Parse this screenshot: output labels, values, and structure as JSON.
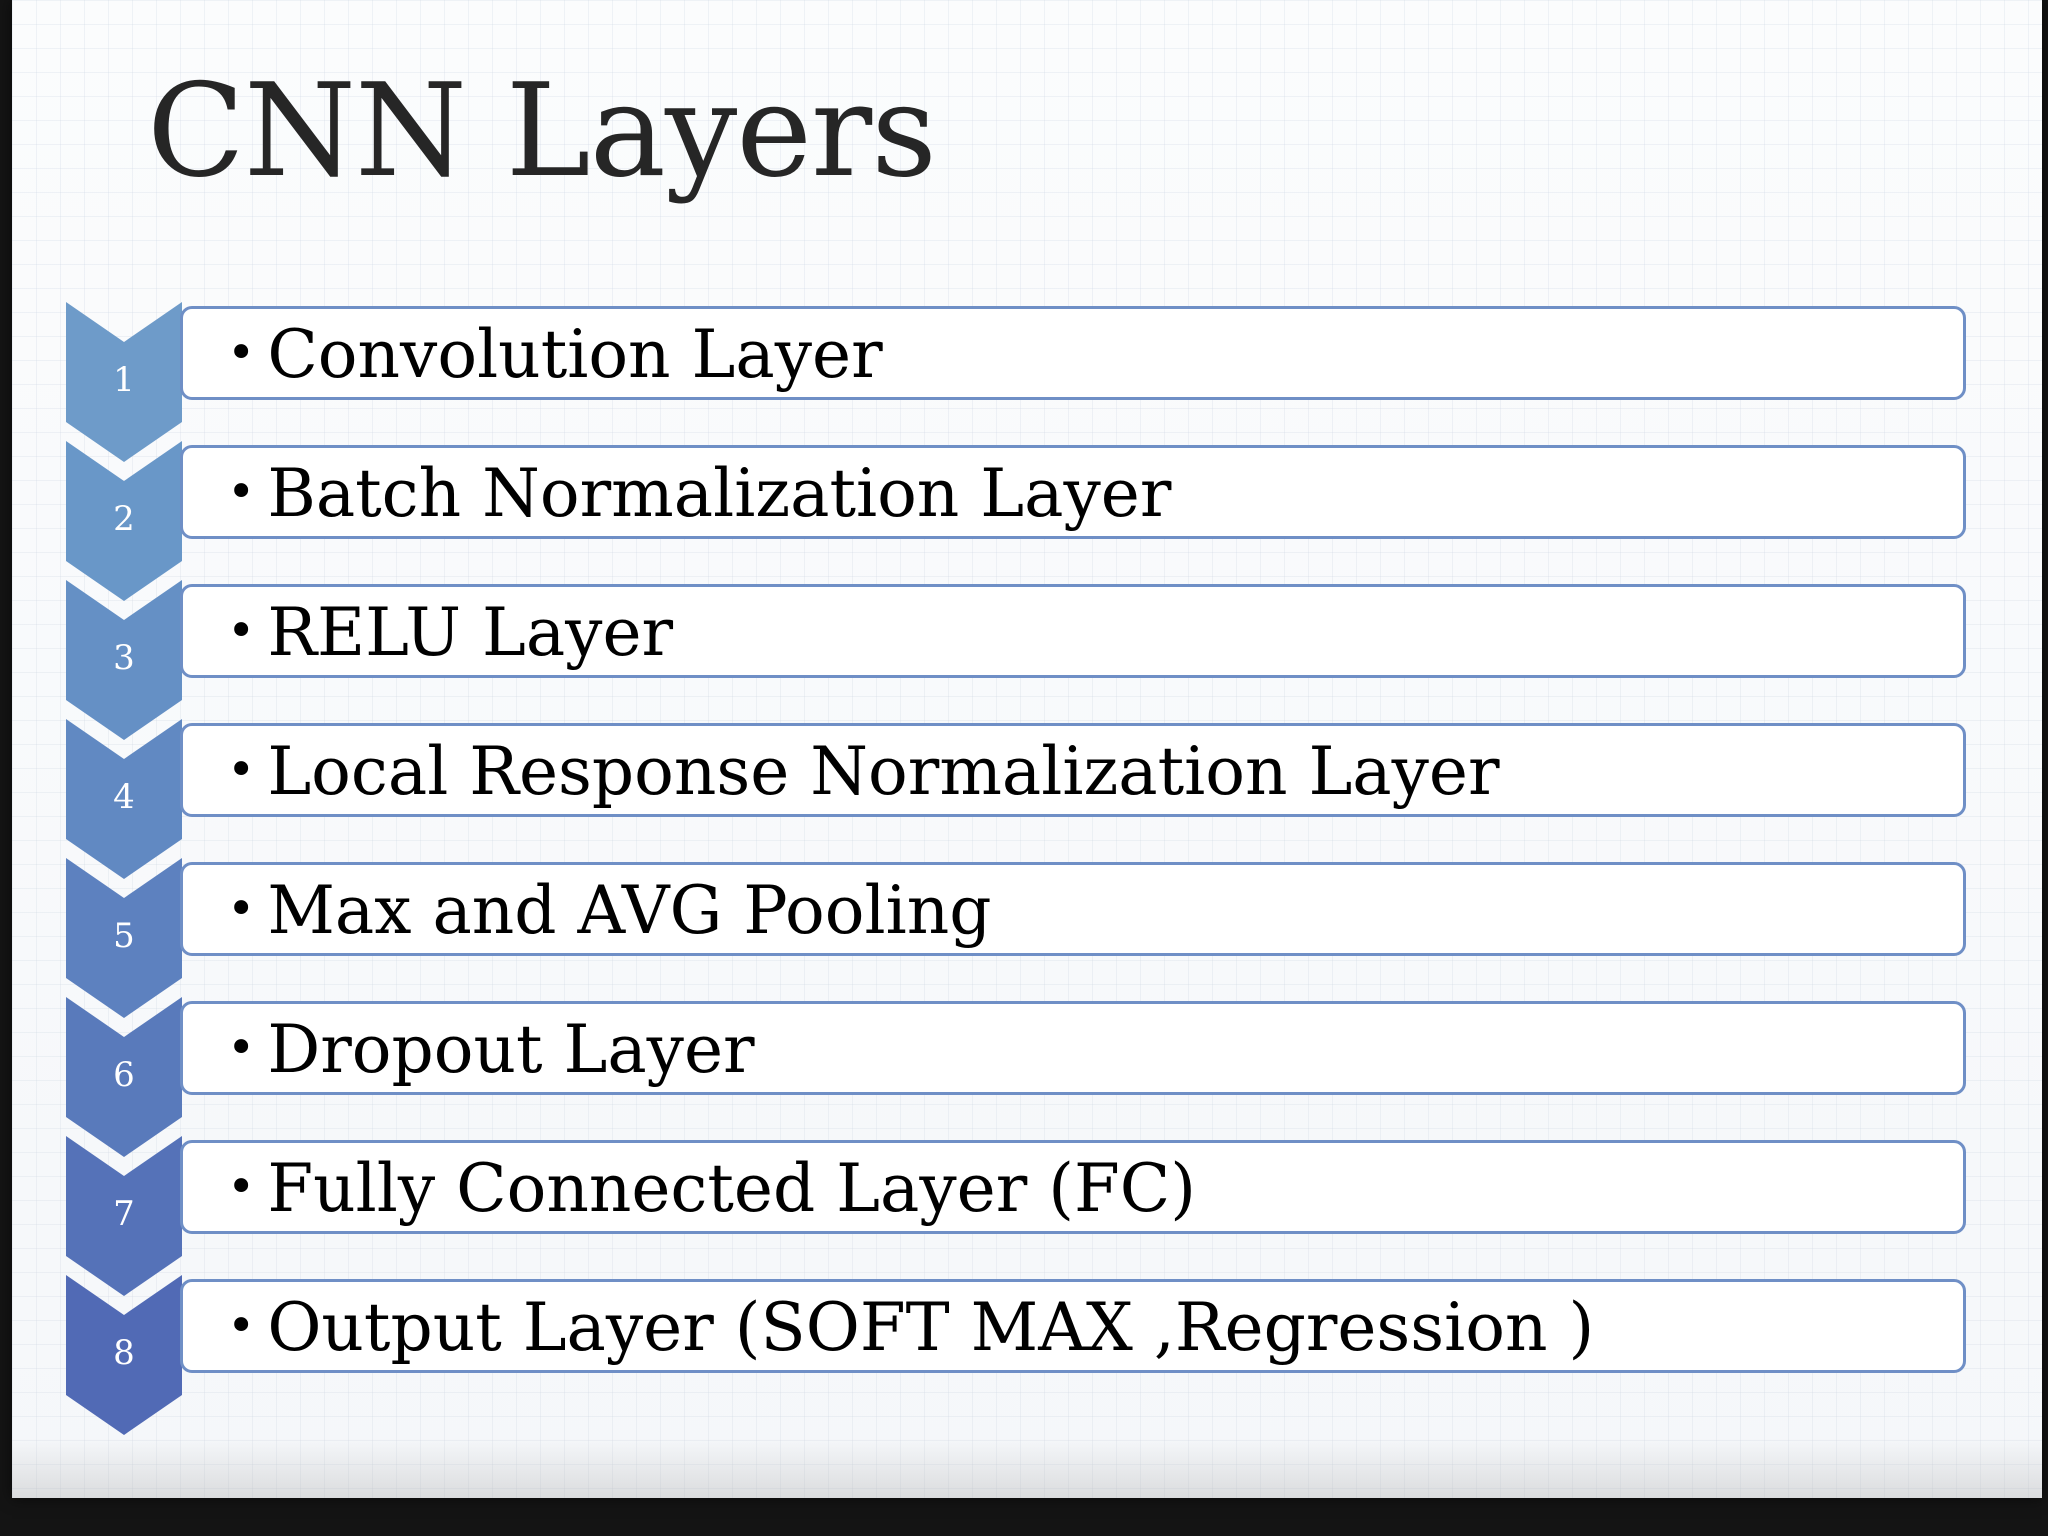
{
  "slide": {
    "title": "CNN Layers"
  },
  "diagram": {
    "type": "vertical-chevron-list",
    "chevron_colors": [
      "#6e9bc9",
      "#6997c8",
      "#6590c5",
      "#6189c2",
      "#5d81bf",
      "#597abb",
      "#5572b8",
      "#516ab5"
    ],
    "box_border_color": "#6f8fc6",
    "steps": [
      {
        "number": "1",
        "label": "Convolution Layer"
      },
      {
        "number": "2",
        "label": "Batch Normalization Layer"
      },
      {
        "number": "3",
        "label": "RELU Layer"
      },
      {
        "number": "4",
        "label": "Local Response Normalization Layer"
      },
      {
        "number": "5",
        "label": "Max and AVG Pooling"
      },
      {
        "number": "6",
        "label": "Dropout Layer"
      },
      {
        "number": "7",
        "label": "Fully Connected Layer (FC)"
      },
      {
        "number": "8",
        "label": "Output Layer (SOFT MAX ,Regression )"
      }
    ]
  }
}
